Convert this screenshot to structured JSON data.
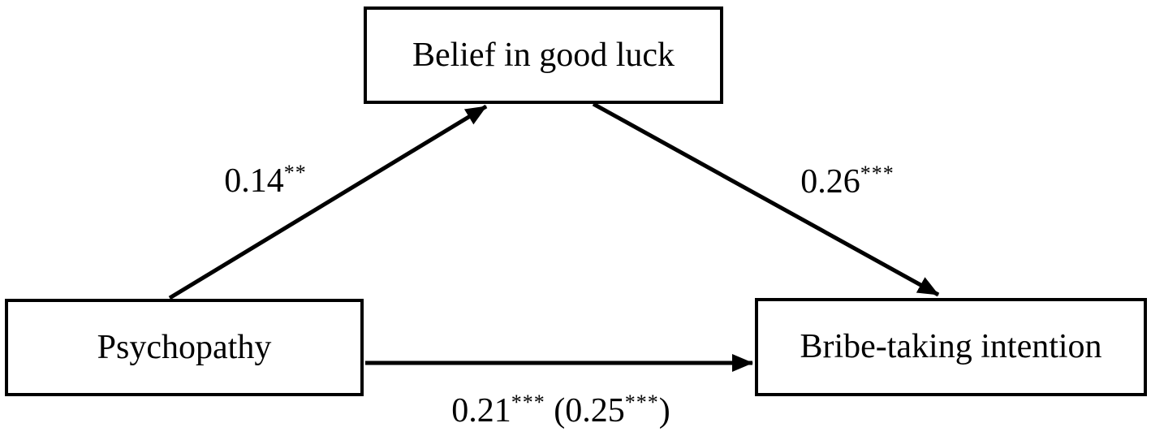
{
  "diagram": {
    "type": "mediation-path-diagram",
    "background_color": "#ffffff",
    "line_color": "#000000",
    "text_color": "#000000",
    "box_border_color": "#000000",
    "nodes": {
      "mediator": {
        "label": "Belief in good luck"
      },
      "predictor": {
        "label": "Psychopathy"
      },
      "outcome": {
        "label": "Bribe-taking intention"
      }
    },
    "edges": {
      "a": {
        "from": "Psychopathy",
        "to": "Belief in good luck",
        "coefficient": "0.14",
        "significance": "**"
      },
      "b": {
        "from": "Belief in good luck",
        "to": "Bribe-taking intention",
        "coefficient": "0.26",
        "significance": "***"
      },
      "c": {
        "from": "Psychopathy",
        "to": "Bribe-taking intention",
        "direct_coefficient": "0.21",
        "direct_significance": "***",
        "total_open": " (0.25",
        "total_significance": "***",
        "total_close": ")"
      }
    }
  }
}
